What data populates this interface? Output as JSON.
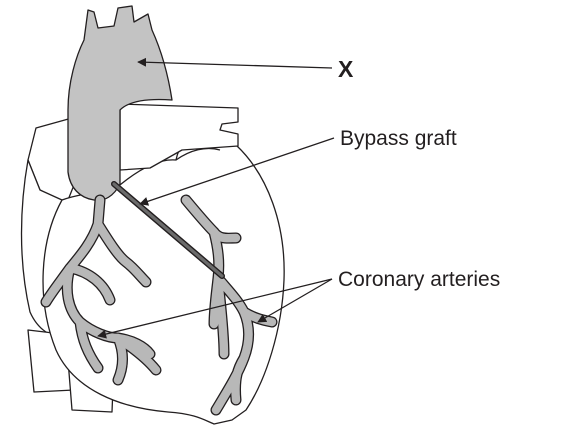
{
  "labels": {
    "x": "X",
    "bypass_graft": "Bypass graft",
    "coronary_arteries": "Coronary arteries"
  },
  "colors": {
    "aorta": "#c3c3c3",
    "vessel": "#b8b8b8",
    "graft": "#6b6b6b",
    "line": "#231f20"
  }
}
